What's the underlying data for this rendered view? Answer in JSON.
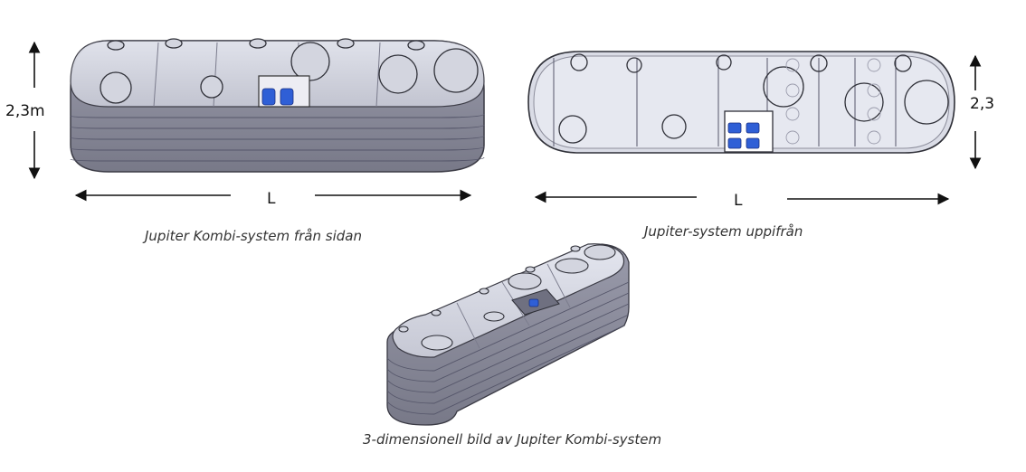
{
  "side_view": {
    "height_label": "2,3m",
    "length_label": "L",
    "caption": "Jupiter Kombi-system från sidan"
  },
  "top_view": {
    "height_label": "2,3",
    "length_label": "L",
    "caption": "Jupiter-system uppifrån"
  },
  "iso_view": {
    "caption": "3-dimensionell bild av Jupiter Kombi-system"
  },
  "colors": {
    "tank_body": "#8d8e9c",
    "tank_top": "#d9dbe6",
    "pump_blue": "#2f5fd6",
    "outline": "#3a3a44"
  }
}
